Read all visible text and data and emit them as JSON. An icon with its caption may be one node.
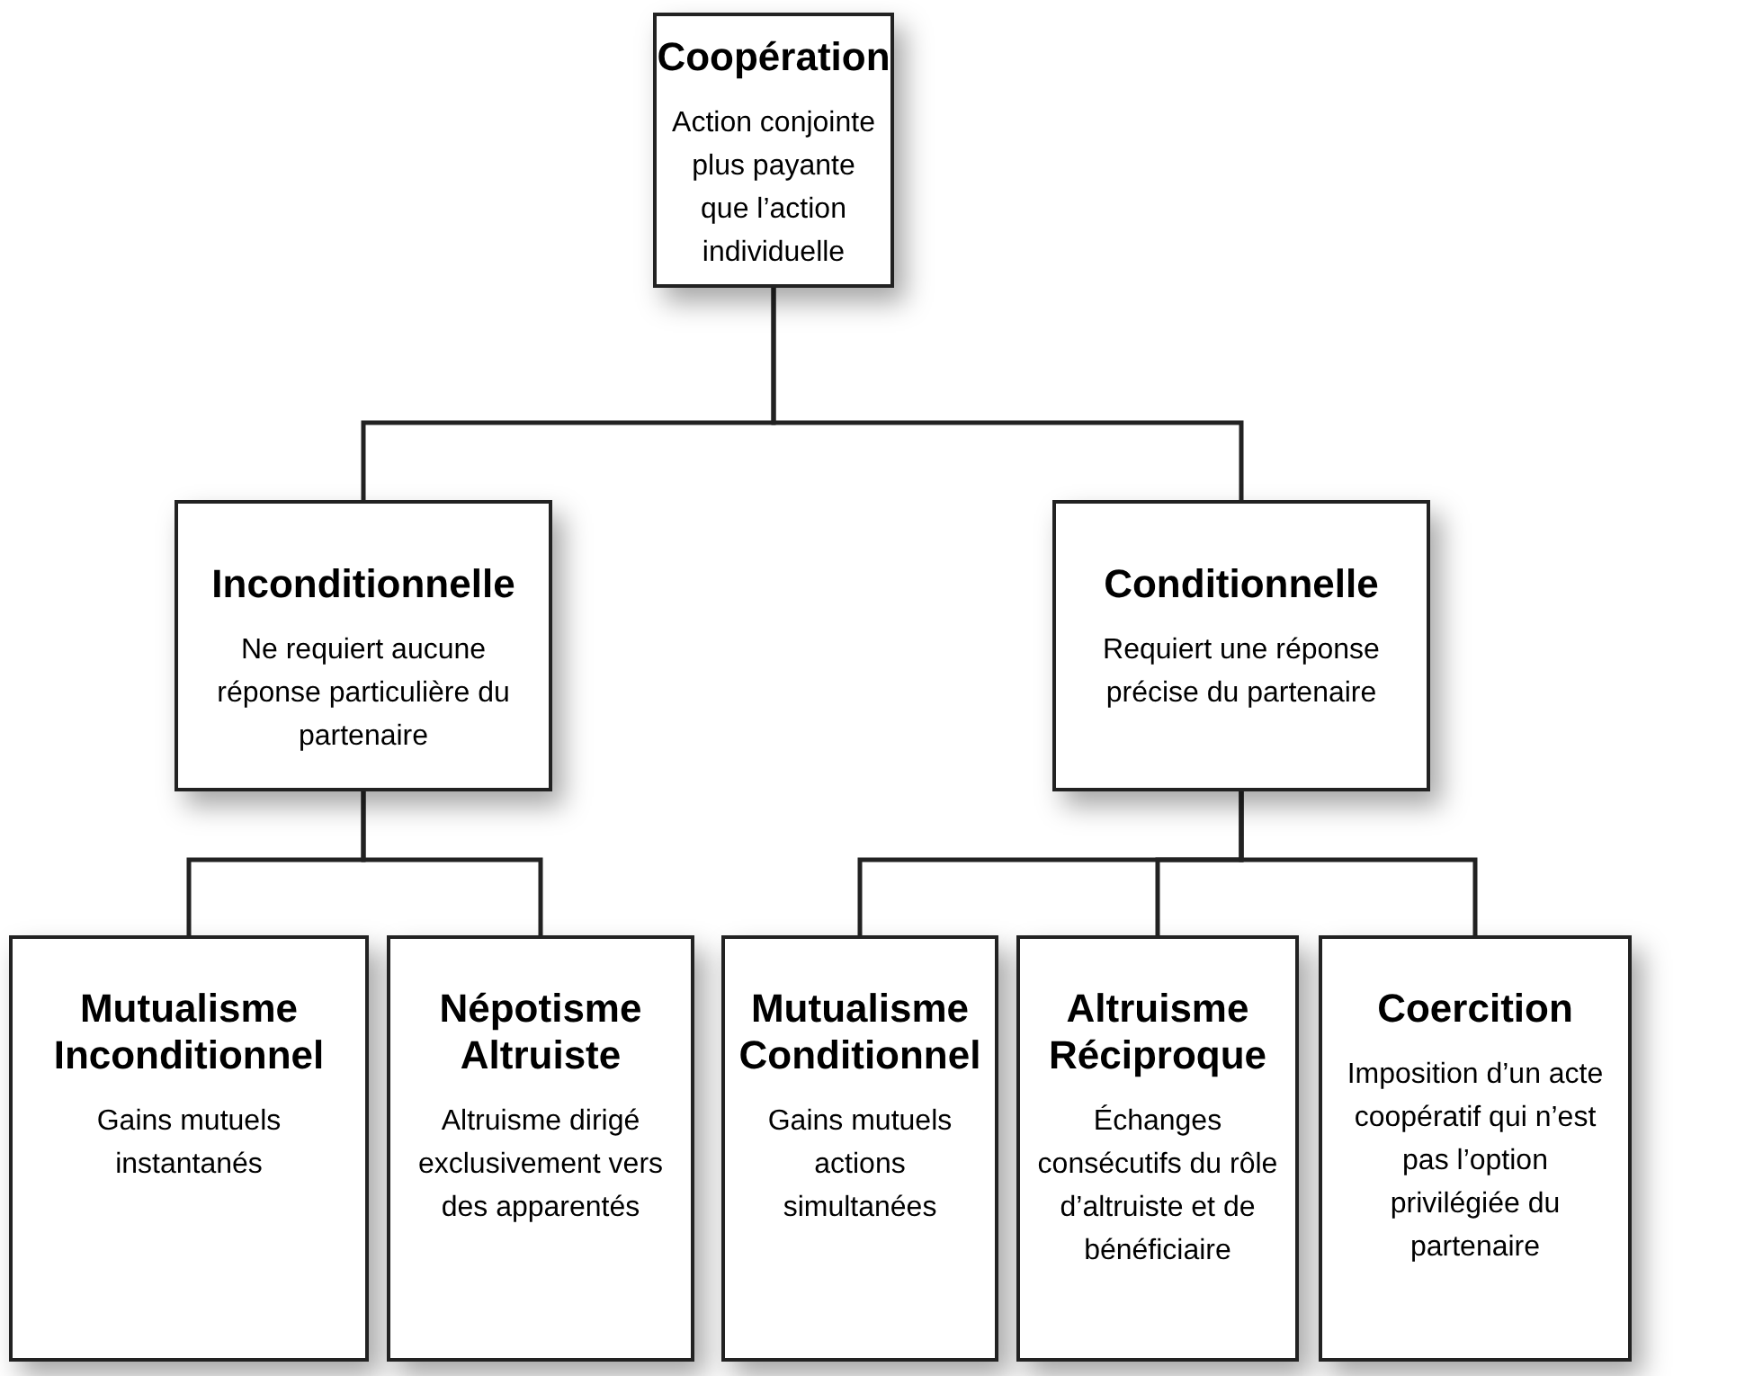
{
  "diagram": {
    "nodes": [
      {
        "text": [
          "Coopération",
          "Action conjointe plus payante que l’action individuelle"
        ]
      },
      {
        "text": [
          "Inconditionnelle",
          "Ne requiert aucune réponse particulière du partenaire"
        ]
      },
      {
        "text": [
          "Conditionnelle",
          "Requiert une réponse précise du partenaire"
        ]
      },
      {
        "text": [
          "Mutualisme Inconditionnel",
          "Gains mutuels instantanés"
        ]
      },
      {
        "text": [
          "Népotisme Altruiste",
          "Altruisme dirigé exclusivement vers des apparentés"
        ]
      },
      {
        "text": [
          "Mutualisme Conditionnel",
          "Gains mutuels actions simultanées"
        ]
      },
      {
        "text": [
          "Altruisme Réciproque",
          "Échanges consécutifs du rôle d’altruiste et de bénéficiaire"
        ]
      },
      {
        "text": [
          "Coercition",
          "Imposition d’un acte coopératif qui n’est pas l’option privilégiée du partenaire"
        ]
      }
    ],
    "edges": [
      {
        "from": 0,
        "to": 1,
        "arrow": "none"
      },
      {
        "from": 0,
        "to": 2,
        "arrow": "none"
      },
      {
        "from": 1,
        "to": 3,
        "arrow": "none"
      },
      {
        "from": 1,
        "to": 4,
        "arrow": "none"
      },
      {
        "from": 2,
        "to": 5,
        "arrow": "none"
      },
      {
        "from": 2,
        "to": 6,
        "arrow": "none"
      },
      {
        "from": 2,
        "to": 7,
        "arrow": "none"
      }
    ]
  }
}
